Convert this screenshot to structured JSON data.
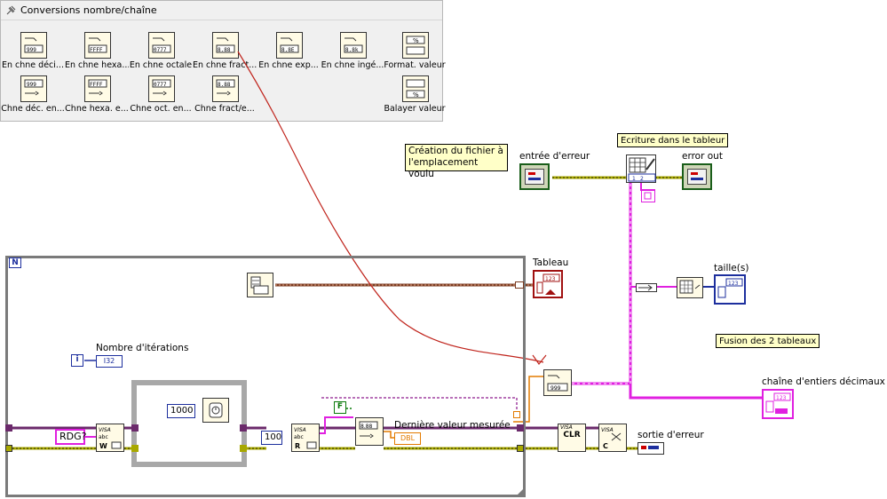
{
  "palette": {
    "title": "Conversions nombre/chaîne",
    "row1": [
      {
        "label": "En chne déci...",
        "icon": "number-to-decimal-string-icon",
        "glyph": "999"
      },
      {
        "label": "En chne hexa...",
        "icon": "number-to-hex-string-icon",
        "glyph": "FFFF"
      },
      {
        "label": "En chne octale",
        "icon": "number-to-octal-string-icon",
        "glyph": "0777"
      },
      {
        "label": "En chne fract...",
        "icon": "number-to-fractional-string-icon",
        "glyph": "8.88"
      },
      {
        "label": "En chne exp...",
        "icon": "number-to-exponential-string-icon",
        "glyph": "8.8E"
      },
      {
        "label": "En chne ingé...",
        "icon": "number-to-engineering-string-icon",
        "glyph": "8.8k"
      },
      {
        "label": "Format. valeur",
        "icon": "format-value-icon",
        "glyph": "%"
      }
    ],
    "row2": [
      {
        "label": "Chne déc. en...",
        "icon": "decimal-string-to-number-icon",
        "glyph": "999"
      },
      {
        "label": "Chne hexa. e...",
        "icon": "hex-string-to-number-icon",
        "glyph": "FFFF"
      },
      {
        "label": "Chne oct. en...",
        "icon": "octal-string-to-number-icon",
        "glyph": "0777"
      },
      {
        "label": "Chne fract/e...",
        "icon": "fract-exp-string-to-number-icon",
        "glyph": "8.88"
      },
      {
        "label": "Balayer valeur",
        "icon": "scan-value-icon",
        "glyph": "%"
      }
    ]
  },
  "diagram": {
    "note_creation": "Création du fichier à l'emplacement voulu",
    "label_entree_erreur": "entrée d'erreur",
    "label_ecriture": "Ecriture dans le tableur",
    "label_error_out": "error out",
    "label_tableau": "Tableau",
    "label_taille": "taille(s)",
    "label_fusion": "Fusion des 2 tableaux",
    "label_chaine_entiers": "chaîne d'entiers décimaux",
    "label_nombre_iterations": "Nombre d'itérations",
    "label_derniere_valeur": "Dernière valeur mesurée",
    "label_sortie_erreur": "sortie d'erreur",
    "loop_n": "N",
    "iteration_terminal": "i",
    "i32": "I32",
    "dbl": "DBL",
    "wait_ms": "1000",
    "read_count": "100",
    "command": "RDG?",
    "bool_false": "F",
    "visa_label": "VISA",
    "visa_clr": "CLR",
    "visa_c": "C",
    "visa_w": "W",
    "visa_r": "R",
    "abc": "abc",
    "i123": "123"
  },
  "colors": {
    "wire_error": "#a8a800",
    "wire_string": "#e020e0",
    "wire_numeric_dbl": "#e37b00",
    "wire_int": "#1d2f9e",
    "wire_visa": "#6b2a6b",
    "annotation_red": "#c0241c"
  }
}
